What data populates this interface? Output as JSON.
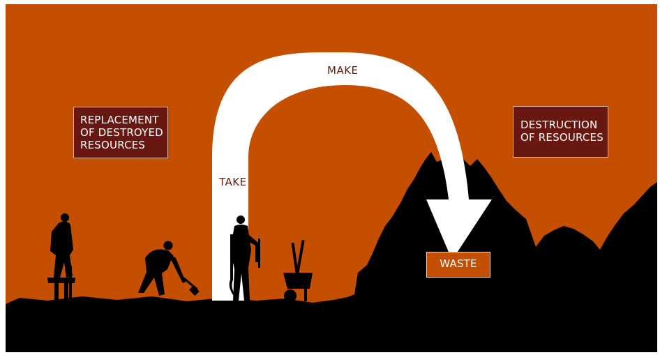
{
  "diagram": {
    "colors": {
      "background": "#c44f00",
      "silhouette": "#000000",
      "arrow": "#ffffff",
      "box_fill": "#681810",
      "label_text": "#6b1a0c"
    },
    "flow_labels": {
      "make": "MAKE",
      "take": "TAKE"
    },
    "boxes": {
      "replacement": [
        "REPLACEMENT",
        "OF DESTROYED",
        "RESOURCES"
      ],
      "destruction": [
        "DESTRUCTION",
        "OF RESOURCES"
      ],
      "waste": "WASTE"
    },
    "figures": [
      "worker-with-jackhammer",
      "worker-with-sledgehammer",
      "worker-with-rope",
      "wheelbarrow-with-tools"
    ]
  }
}
